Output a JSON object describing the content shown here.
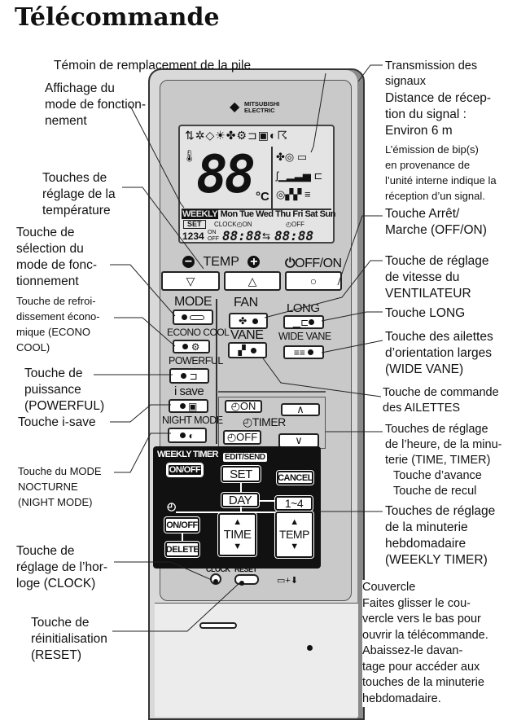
{
  "title": "Télécommande",
  "left_labels": {
    "battery": "Témoin de remplacement de la pile",
    "mode_display": [
      "Affichage du",
      "mode de fonction-",
      "nement"
    ],
    "temp_keys": [
      "Touches de",
      "réglage de la",
      "température"
    ],
    "mode_key": [
      "Touche de",
      "sélection du",
      "mode de fonc-",
      "tionnement"
    ],
    "econo": [
      "Touche de refroi-",
      "dissement écono-",
      "mique (ECONO",
      "COOL)"
    ],
    "powerful": [
      "Touche de",
      "puissance",
      "(POWERFUL)"
    ],
    "isave": "Touche i-save",
    "night": [
      "Touche du MODE",
      "NOCTURNE",
      "(NIGHT MODE)"
    ],
    "clock": [
      "Touche de",
      "réglage de l’hor-",
      "loge (CLOCK)"
    ],
    "reset": [
      "Touche de",
      "réinitialisation",
      "(RESET)"
    ]
  },
  "right_labels": {
    "transmission": [
      "Transmission des",
      "signaux"
    ],
    "distance": [
      "Distance de récep-",
      "tion du signal :",
      "Environ 6 m"
    ],
    "beep": [
      "L’émission de bip(s)",
      "en provenance de",
      "l’unité interne indique la",
      "réception d’un signal."
    ],
    "offon": [
      "Touche Arrêt/",
      "Marche (OFF/ON)"
    ],
    "fan": [
      "Touche de réglage",
      "de vitesse du",
      "VENTILATEUR"
    ],
    "long": "Touche LONG",
    "wide_vane": [
      "Touche des ailettes",
      "d’orientation larges",
      "(WIDE VANE)"
    ],
    "vane": [
      "Touche de commande",
      "des AILETTES"
    ],
    "timer": [
      "Touches de réglage",
      "de l’heure, de la minu-",
      "terie (TIME, TIMER)"
    ],
    "advance": "Touche d’avance",
    "back": "Touche de recul",
    "weekly": [
      "Touches de réglage",
      "de la minuterie",
      "hebdomadaire",
      "(WEEKLY TIMER)"
    ],
    "cover": [
      "Couvercle",
      "Faites glisser le cou-",
      "vercle vers le bas pour",
      "ouvrir la télécommande.",
      "Abaissez-le davan-",
      "tage pour accéder aux",
      "touches de la minuterie",
      "hebdomadaire."
    ]
  },
  "remote": {
    "brand": [
      "MITSUBISHI",
      "ELECTRIC"
    ],
    "lcd": {
      "temp": "88",
      "unit": "°C",
      "weekly": "WEEKLY",
      "days": "Mon Tue Wed Thu Fri Sat Sun",
      "set": "SET",
      "clock_on": "CLOCK◴ON",
      "off": "◴OFF",
      "prog": "1234",
      "on": "ON",
      "offs": "OFF",
      "time1": "88:88",
      "arrow": "⇆",
      "time2": "88:88"
    },
    "temp_label": "TEMP",
    "minus": "−",
    "plus": "+",
    "offon": "OFF/ON",
    "down": "▽",
    "up": "△",
    "circle": "○",
    "mode": "MODE",
    "econo": "ECONO COOL",
    "powerful": "POWERFUL",
    "isave": "i save",
    "night": "NIGHT MODE",
    "fan": "FAN",
    "vane": "VANE",
    "long": "LONG",
    "wide_vane": "WIDE VANE",
    "timer_on": "◴ON",
    "timer_off": "◴OFF",
    "timer": "◴TIMER",
    "caret_up": "∧",
    "caret_down": "∨",
    "weekly_timer": "WEEKLY TIMER",
    "wt_onoff": "ON/OFF",
    "edit_send": "EDIT/SEND",
    "set": "SET",
    "cancel": "CANCEL",
    "day": "DAY",
    "range": "1~4",
    "clock_icon": "◴",
    "onoff": "ON/OFF",
    "delete": "DELETE",
    "time": "TIME",
    "temp": "TEMP",
    "tri_up": "▲",
    "tri_down": "▼",
    "clock": "CLOCK",
    "reset": "RESET",
    "battery_icon": "battery-down-icon"
  }
}
